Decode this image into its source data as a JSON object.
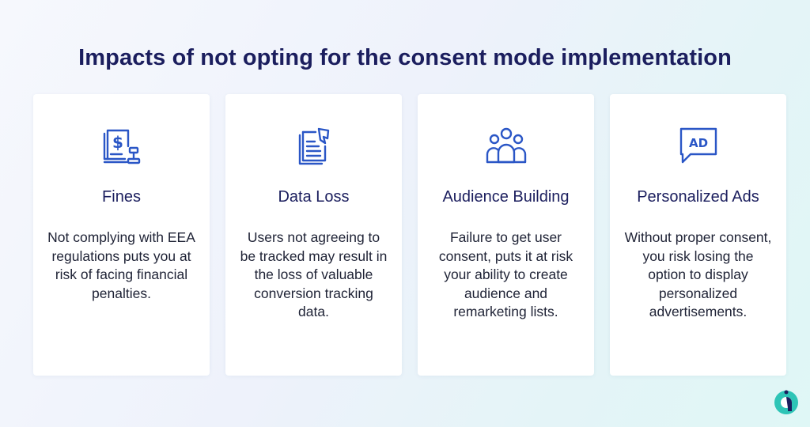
{
  "title": "Impacts of not opting for the consent mode implementation",
  "colors": {
    "title": "#1b1e5e",
    "icon": "#2a56c6",
    "text": "#1e2235",
    "logo_teal": "#2ec4b6",
    "logo_dark": "#1b1e5e"
  },
  "cards": [
    {
      "icon": "fine-document-gavel-icon",
      "title": "Fines",
      "description": "Not complying with EEA regulations puts you at risk of facing financial penalties."
    },
    {
      "icon": "lost-documents-icon",
      "title": "Data Loss",
      "description": "Users not agreeing to be tracked may result in the loss of valuable conversion tracking data."
    },
    {
      "icon": "audience-group-icon",
      "title": "Audience Building",
      "description": "Failure to get user consent, puts it at risk your ability to create audience and remarketing lists."
    },
    {
      "icon": "ad-speech-bubble-icon",
      "title": "Personalized Ads",
      "description": "Without proper consent, you risk losing the option to display personalized advertisements."
    }
  ]
}
